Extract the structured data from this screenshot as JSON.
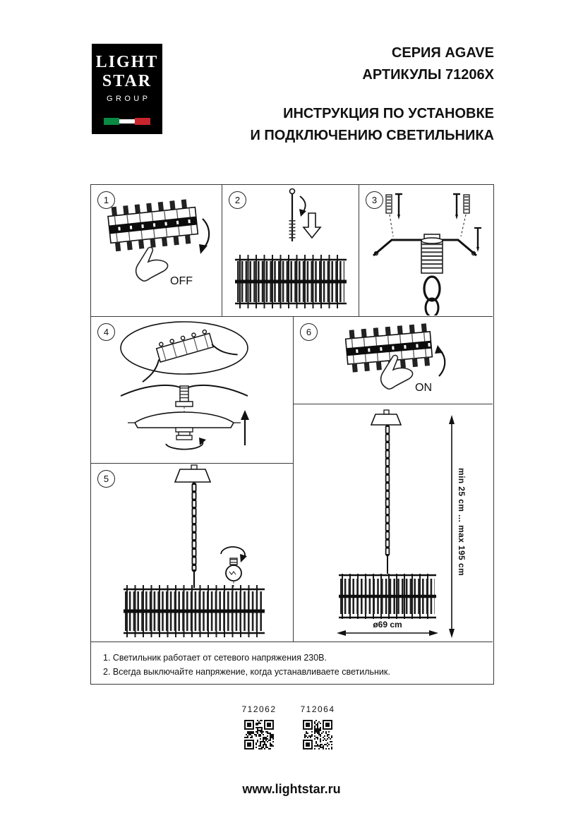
{
  "header": {
    "logo": {
      "word1": "LIGHT",
      "word2": "STAR",
      "word3": "GROUP"
    },
    "series": "СЕРИЯ AGAVE",
    "articles": "АРТИКУЛЫ 71206X",
    "title1": "ИНСТРУКЦИЯ ПО УСТАНОВКЕ",
    "title2": "И ПОДКЛЮЧЕНИЮ СВЕТИЛЬНИКА"
  },
  "steps": [
    "1",
    "2",
    "3",
    "4",
    "5",
    "6"
  ],
  "labels": {
    "off": "OFF",
    "on": "ON"
  },
  "dimensions": {
    "height_range": "min 25 cm ... max 195 cm",
    "diameter": "ø69 cm"
  },
  "notes": [
    "1. Светильник работает от сетевого напряжения 230В.",
    "2. Всегда выключайте напряжение, когда устанавливаете светильник."
  ],
  "footer": {
    "codes": [
      {
        "label": "712062"
      },
      {
        "label": "712064"
      }
    ],
    "website": "www.lightstar.ru"
  },
  "colors": {
    "ink": "#111111",
    "flag_green": "#0a8a43",
    "flag_red": "#c9252c"
  }
}
